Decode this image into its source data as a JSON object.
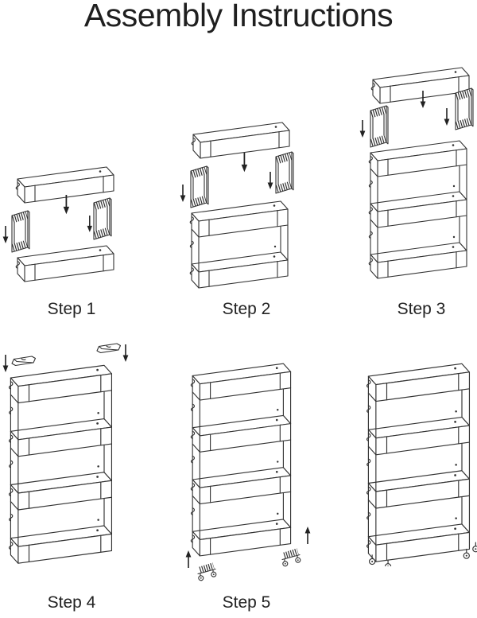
{
  "title": "Assembly Instructions",
  "colors": {
    "background": "#ffffff",
    "line": "#333333",
    "text": "#1f1f1f"
  },
  "steps": [
    {
      "label": "Step 1",
      "parts": [
        "shelf-board-icon",
        "side-panel-icon",
        "side-panel-icon",
        "shelf-board-icon",
        "arrow-down-icon"
      ]
    },
    {
      "label": "Step 2",
      "parts": [
        "shelf-board-icon",
        "side-panel-icon",
        "side-panel-icon",
        "two-tier-unit-icon",
        "arrow-down-icon"
      ]
    },
    {
      "label": "Step 3",
      "parts": [
        "shelf-board-icon",
        "side-panel-icon",
        "side-panel-icon",
        "three-tier-unit-icon",
        "arrow-down-icon"
      ]
    },
    {
      "label": "Step 4",
      "parts": [
        "top-cap-icon",
        "top-cap-icon",
        "four-tier-unit-icon",
        "arrow-down-icon"
      ]
    },
    {
      "label": "Step 5",
      "parts": [
        "four-tier-unit-icon",
        "caster-icon",
        "caster-icon",
        "arrow-up-icon"
      ]
    },
    {
      "label": "",
      "parts": [
        "finished-four-tier-cart-with-casters-icon"
      ]
    }
  ]
}
